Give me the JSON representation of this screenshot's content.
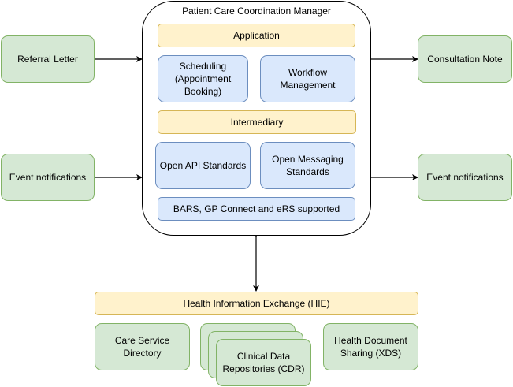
{
  "container": {
    "title": "Patient Care Coordination Manager",
    "application_label": "Application",
    "scheduling_label": "Scheduling (Appointment Booking)",
    "workflow_label": "Workflow Management",
    "intermediary_label": "Intermediary",
    "open_api_label": "Open API Standards",
    "open_messaging_label": "Open Messaging Standards",
    "supported_label": "BARS, GP Connect and eRS supported"
  },
  "inputs": [
    {
      "label": "Referral Letter"
    },
    {
      "label": "Event notifications"
    }
  ],
  "outputs": [
    {
      "label": "Consultation Note"
    },
    {
      "label": "Event notifications"
    }
  ],
  "hie": {
    "label": "Health Information Exchange (HIE)",
    "components": [
      {
        "label": "Care Service Directory"
      },
      {
        "label": "Clinical Data Repositories (CDR)"
      },
      {
        "label": "Health Document Sharing (XDS)"
      }
    ]
  },
  "colors": {
    "green_fill": "#d5e8d4",
    "green_stroke": "#82b366",
    "blue_fill": "#dae8fc",
    "blue_stroke": "#6c8ebf",
    "yellow_fill": "#fff2cc",
    "yellow_stroke": "#d6b656"
  }
}
